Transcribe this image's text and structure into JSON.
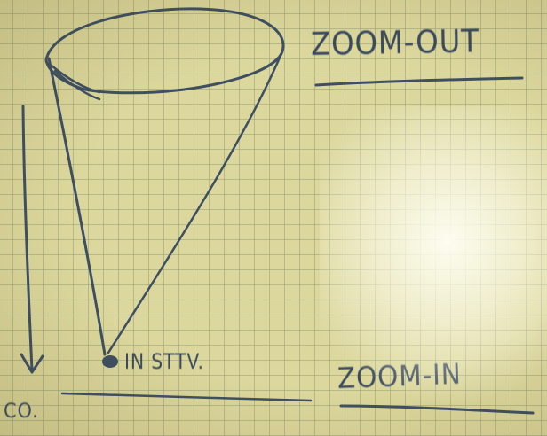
{
  "board": {
    "paper_color": "#dcd79c",
    "grid_color": "#96a078",
    "ink_color": "#3e4f63"
  },
  "labels": {
    "zoom_out": "ZOOM-OUT",
    "zoom_in": "ZOOM-IN",
    "point_label": "IN STTV.",
    "corner_note": "CO."
  },
  "drawing": {
    "shape": "cone",
    "arrow_direction": "down"
  }
}
